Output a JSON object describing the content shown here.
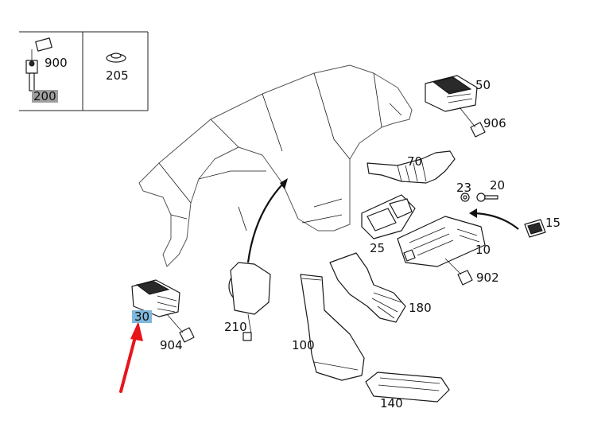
{
  "callouts": {
    "p900": "900",
    "p200": "200",
    "p205": "205",
    "p50": "50",
    "p906": "906",
    "p70": "70",
    "p23": "23",
    "p20": "20",
    "p15": "15",
    "p25": "25",
    "p10": "10",
    "p902": "902",
    "p180": "180",
    "p210": "210",
    "p30": "30",
    "p904": "904",
    "p100": "100",
    "p140": "140"
  },
  "highlights": {
    "p200": "#9e9e9e",
    "p30": "#7fb8dc"
  },
  "colors": {
    "pointer_arrow": "#e8141a",
    "line": "#1a1a1a"
  }
}
